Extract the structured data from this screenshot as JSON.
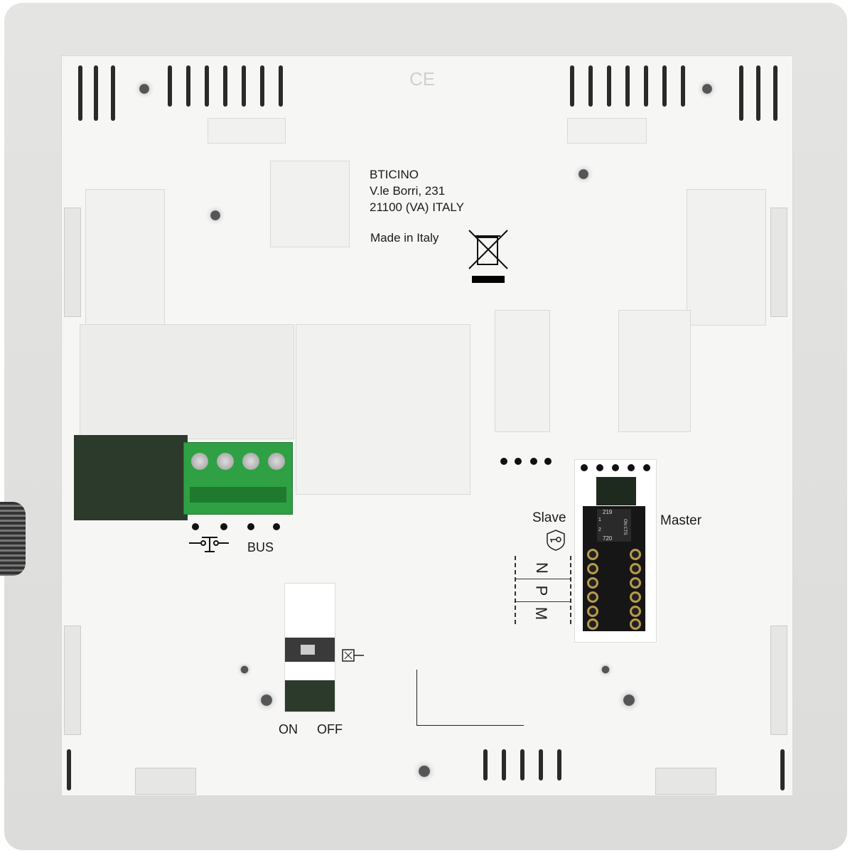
{
  "product": {
    "ce_mark": "CE",
    "manufacturer": "BTICINO",
    "address_line": "V.le Borri, 231",
    "city_line": "21100 (VA) ITALY",
    "origin": "Made in Italy",
    "weee_icon": "crossed-bin-icon"
  },
  "terminals": {
    "bus_label": "BUS",
    "bell_icon": "doorbell-switch-icon"
  },
  "configurator": {
    "slave_label": "Slave",
    "master_label": "Master",
    "lock_icon": "shield-key-icon",
    "n_label": "N",
    "p_label": "P",
    "m_label": "M",
    "dip_top_code": "219",
    "dip_bottom_code": "720",
    "dip_side_text": "ON CTS",
    "dip_1": "1",
    "dip_2": "2"
  },
  "switch": {
    "on_label": "ON",
    "off_label": "OFF",
    "termination_icon": "termination-resistor-icon"
  }
}
